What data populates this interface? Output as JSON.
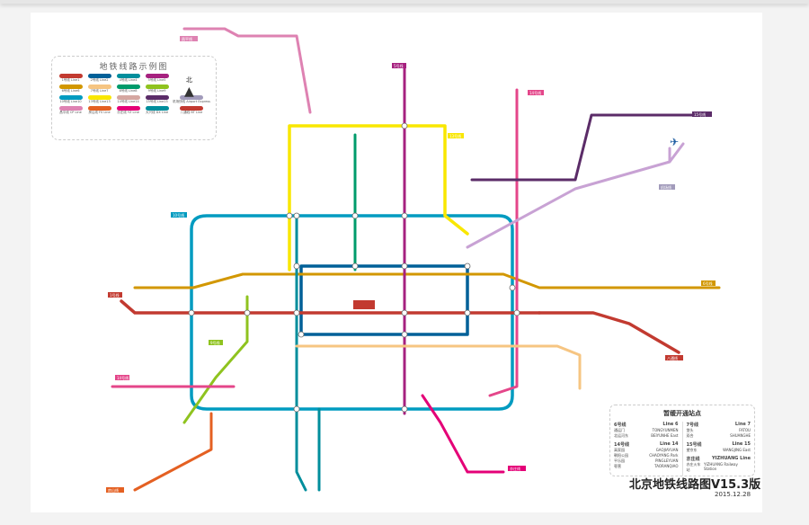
{
  "legend": {
    "title": "地铁线路示例图",
    "north": "北",
    "items": [
      {
        "label": "1号线 Line1",
        "color": "#c23a30"
      },
      {
        "label": "2号线 Line2",
        "color": "#006098"
      },
      {
        "label": "4号线 Line4",
        "color": "#008e9c"
      },
      {
        "label": "5号线 Line5",
        "color": "#a6217f"
      },
      {
        "label": "6号线 Line6",
        "color": "#d29700"
      },
      {
        "label": "7号线 Line7",
        "color": "#f6c582"
      },
      {
        "label": "8号线 Line8",
        "color": "#009b6b"
      },
      {
        "label": "9号线 Line9",
        "color": "#8fc31f"
      },
      {
        "label": "10号线 Line10",
        "color": "#009bc0"
      },
      {
        "label": "13号线 Line13",
        "color": "#f9e700"
      },
      {
        "label": "14号线 Line14",
        "color": "#d5a7a1"
      },
      {
        "label": "15号线 Line15",
        "color": "#5b2c68"
      },
      {
        "label": "机场快线 Airport Express",
        "color": "#a29bbb"
      },
      {
        "label": "昌平线 CP Line",
        "color": "#de82b2"
      },
      {
        "label": "房山线 FS Line",
        "color": "#e46022"
      },
      {
        "label": "亦庄线 YZ Line",
        "color": "#e40077"
      },
      {
        "label": "大兴线 DX Line",
        "color": "#008e9c"
      },
      {
        "label": "八通线 BT Line",
        "color": "#c23a30"
      }
    ]
  },
  "notice": {
    "title": "暂缓开通站点",
    "groups": [
      {
        "cn": "6号线",
        "en": "Line 6",
        "stations": [
          [
            "通运门",
            "TONGYUNMEN"
          ],
          [
            "北运河东",
            "BEIYUNHE East"
          ]
        ]
      },
      {
        "cn": "7号线",
        "en": "Line 7",
        "stations": [
          [
            "垡头",
            "FATOU"
          ],
          [
            "双合",
            "SHUANGHE"
          ]
        ]
      },
      {
        "cn": "14号线",
        "en": "Line 14",
        "stations": [
          [
            "高家园",
            "GAOJIAYUAN"
          ],
          [
            "朝阳公园",
            "CHAOYANG Park"
          ],
          [
            "平乐园",
            "PINGLEYUAN"
          ],
          [
            "枣营",
            "TAORANQIAO"
          ]
        ]
      },
      {
        "cn": "15号线",
        "en": "Line 15",
        "stations": [
          [
            "望京东",
            "WANGJING East"
          ]
        ]
      },
      {
        "cn": "亦庄线",
        "en": "YIZHUANG Line",
        "stations": [
          [
            "亦庄火车站",
            "YIZHUANG Railway Station"
          ]
        ]
      }
    ]
  },
  "title": "北京地铁线路图V15.3版",
  "date": "2015.12.28",
  "tags": {
    "cp": "昌平线",
    "l5": "5号线",
    "l14e": "14号线",
    "l15": "15号线",
    "ae": "机场线",
    "l1": "1号线",
    "bt": "八通线",
    "l14w": "14号线",
    "fs": "房山线",
    "yz": "亦庄线",
    "l9": "9号线",
    "l10": "10号线",
    "l6": "6号线",
    "l13": "13号线"
  }
}
